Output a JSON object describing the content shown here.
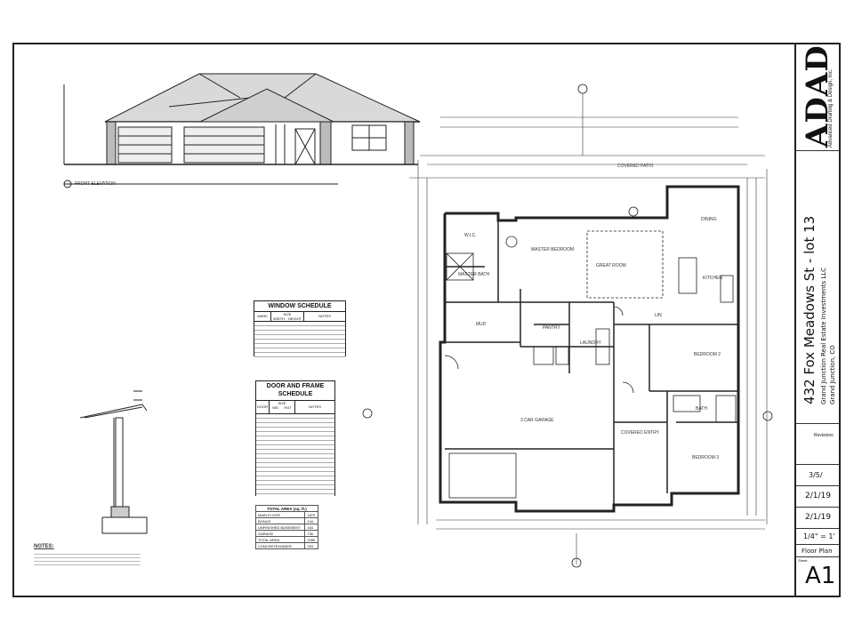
{
  "front_elevation": {
    "label": "FRONT ELEVATION"
  },
  "window_schedule": {
    "title": "WINDOW SCHEDULE",
    "headers": [
      "MARK",
      "SIZE",
      "NOTES"
    ],
    "subheaders": [
      "WIDTH",
      "HEIGHT"
    ]
  },
  "door_schedule": {
    "title": "DOOR AND FRAME SCHEDULE",
    "headers": [
      "DOOR",
      "SIZE",
      "NOTES"
    ],
    "subheaders": [
      "WD",
      "HGT"
    ]
  },
  "area_table": {
    "title": "TOTAL AREA (sq. ft.)",
    "rows": [
      [
        "MAIN FLOOR",
        "1870"
      ],
      [
        "BONUS",
        "144"
      ],
      [
        "UNFINISHED BASEMENT",
        "164"
      ],
      [
        "GARAGE",
        "756"
      ],
      [
        "TOTAL AREA",
        "2280"
      ],
      [
        "CONCRETE/UNDER",
        "253"
      ]
    ]
  },
  "notes": {
    "title": "NOTES:"
  },
  "rooms": {
    "great_room": "GREAT ROOM",
    "garage": "3 CAR GARAGE",
    "kitchen": "KITCHEN",
    "dining": "DINING",
    "master_bedroom": "MASTER BEDROOM",
    "bedroom_2": "BEDROOM 2",
    "bedroom_3": "BEDROOM 3",
    "laundry": "LAUNDRY",
    "bath": "BATH",
    "master_bath": "MASTER BATH",
    "covered_patio": "COVERED PATIO",
    "covered_entry": "COVERED ENTRY",
    "pantry": "PANTRY",
    "wic": "W.I.C.",
    "mud": "MUD",
    "linen": "LIN"
  },
  "title_block": {
    "firm_logo": "ADAD",
    "firm_name": "Advanced Drafting & Design, Inc.",
    "project_title": "432 Fox Meadows St - lot 13",
    "client": "Grand Junction Real Estate Investments LLC",
    "location": "Grand Junction, CO",
    "revisions_label": "Revisions",
    "date_1": "3/5/",
    "date_2": "2/1/19",
    "date_3": "2/1/19",
    "scale": "1/4\" = 1'",
    "sheet_name": "Floor Plan",
    "sheet_label": "Sheet",
    "sheet_number": "A1"
  }
}
